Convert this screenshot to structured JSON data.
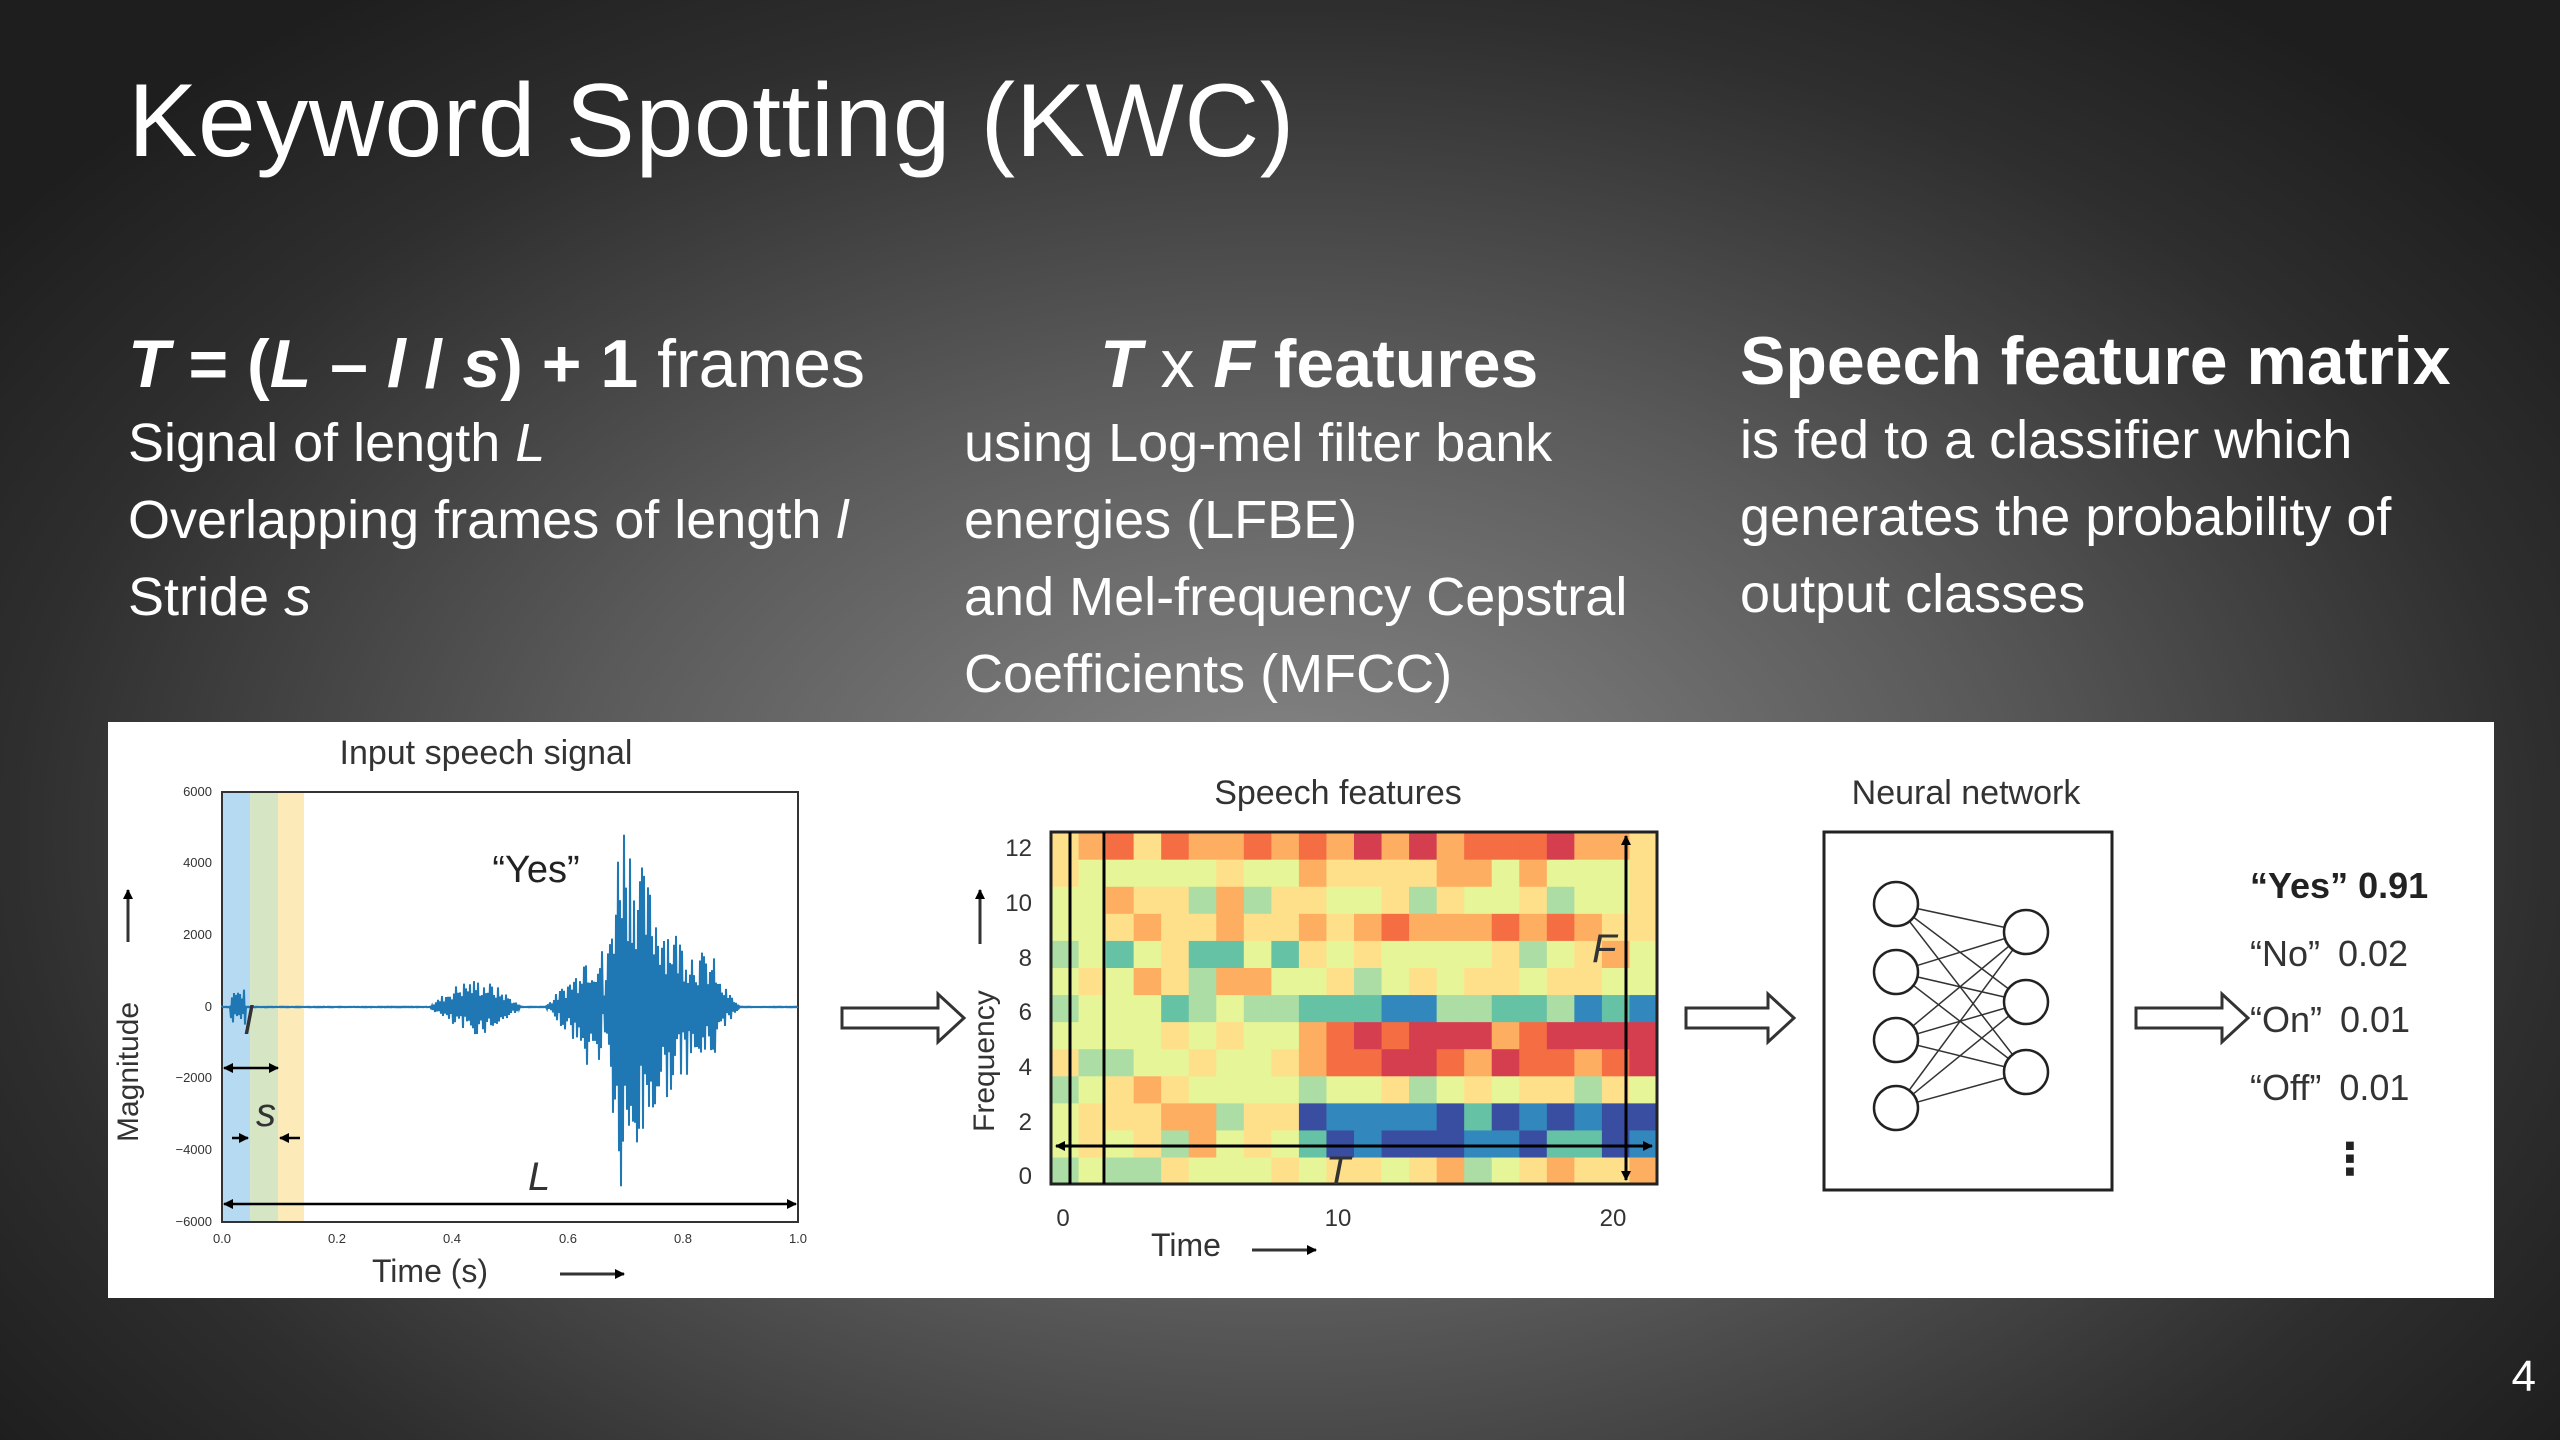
{
  "slide": {
    "title": "Keyword Spotting (KWC)",
    "page_number": "4"
  },
  "col1": {
    "head_T": "T",
    "head_eq": " = (",
    "head_L": "L",
    "head_dash": " – ",
    "head_l": "l",
    "head_slash": " / ",
    "head_s": "s",
    "head_tail": ") + 1",
    "head_frames": " frames",
    "line1_text": "Signal of length ",
    "line1_var": "L",
    "line2_text": "Overlapping frames of length ",
    "line2_var": "l",
    "line3_text": "Stride ",
    "line3_var": "s"
  },
  "col2": {
    "head_T": "T",
    "head_x": " x ",
    "head_F": "F",
    "head_rest": " features",
    "lines": [
      "using  Log-mel filter bank",
      "energies (LFBE)",
      "and Mel-frequency Cepstral",
      "Coefficients (MFCC)"
    ]
  },
  "col3": {
    "head": "Speech feature matrix",
    "lines": [
      " is fed to a classifier which",
      "generates the probability of",
      "output classes"
    ]
  },
  "figure": {
    "signal": {
      "title": "Input speech signal",
      "ylabel": "Magnitude",
      "xlabel": "Time (s)",
      "yticks": [
        "6000",
        "4000",
        "2000",
        "0",
        "−2000",
        "−4000",
        "−6000"
      ],
      "xticks": [
        "0.0",
        "0.2",
        "0.4",
        "0.6",
        "0.8",
        "1.0"
      ],
      "word": "“Yes”",
      "var_l": "l",
      "var_s": "s",
      "var_L": "L"
    },
    "features": {
      "title": "Speech features",
      "ylabel": "Frequency",
      "xlabel": "Time",
      "yticks": [
        "12",
        "10",
        "8",
        "6",
        "4",
        "2",
        "0"
      ],
      "xticks": [
        "0",
        "10",
        "20"
      ],
      "var_F": "F",
      "var_T": "T"
    },
    "network": {
      "title": "Neural network"
    },
    "outputs": [
      {
        "label": "“Yes”",
        "prob": "0.91",
        "bold": true
      },
      {
        "label": "“No”",
        "prob": "0.02",
        "bold": false
      },
      {
        "label": "“On”",
        "prob": "0.01",
        "bold": false
      },
      {
        "label": "“Off”",
        "prob": "0.01",
        "bold": false
      }
    ],
    "more": "⋮"
  },
  "colors": {
    "waveform": "#1f77b4",
    "frame1": "#a9d3ee",
    "frame2": "#cfe0b8",
    "frame3": "#fbe7ad"
  }
}
